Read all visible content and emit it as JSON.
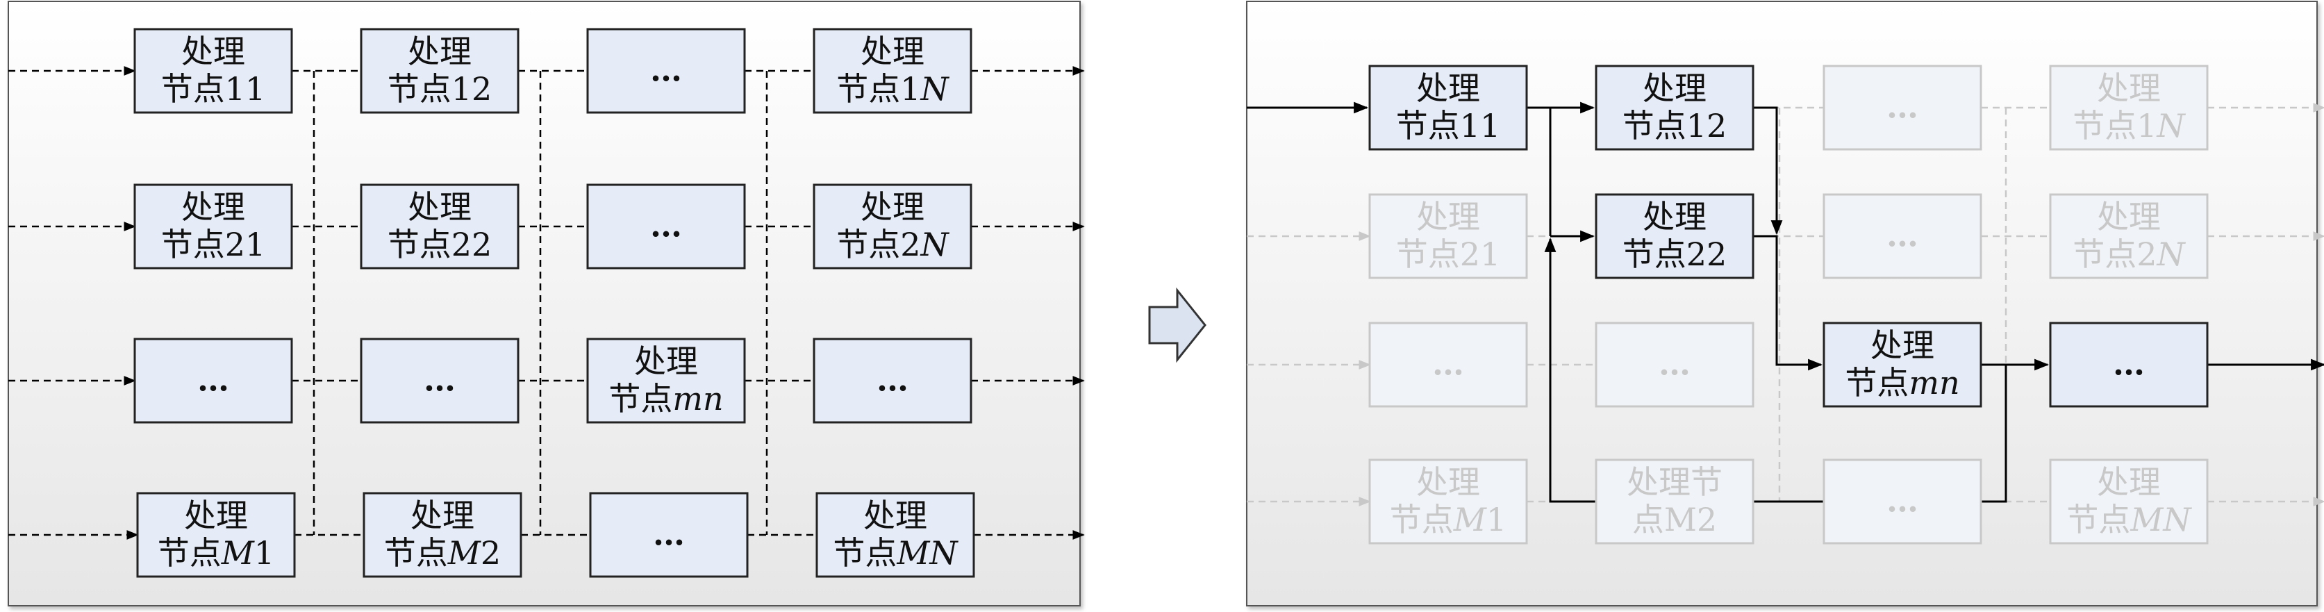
{
  "left_panel": {
    "nodes": [
      [
        {
          "l1": "处理",
          "l2": "节点11"
        },
        {
          "l1": "处理",
          "l2": "节点12"
        },
        {
          "l1": "",
          "l2": "…"
        },
        {
          "l1": "处理",
          "l2": "节点1N"
        }
      ],
      [
        {
          "l1": "处理",
          "l2": "节点21"
        },
        {
          "l1": "处理",
          "l2": "节点22"
        },
        {
          "l1": "",
          "l2": "…"
        },
        {
          "l1": "处理",
          "l2": "节点2N"
        }
      ],
      [
        {
          "l1": "",
          "l2": "…"
        },
        {
          "l1": "",
          "l2": "…"
        },
        {
          "l1": "处理",
          "l2": "节点mn"
        },
        {
          "l1": "",
          "l2": "…"
        }
      ],
      [
        {
          "l1": "处理",
          "l2": "节点M1"
        },
        {
          "l1": "处理",
          "l2": "节点M2"
        },
        {
          "l1": "",
          "l2": "…"
        },
        {
          "l1": "处理",
          "l2": "节点MN"
        }
      ]
    ]
  },
  "right_panel": {
    "nodes": [
      [
        {
          "l1": "处理",
          "l2": "节点11",
          "active": true
        },
        {
          "l1": "处理",
          "l2": "节点12",
          "active": true
        },
        {
          "l1": "",
          "l2": "…",
          "active": false
        },
        {
          "l1": "处理",
          "l2": "节点1N",
          "active": false
        }
      ],
      [
        {
          "l1": "处理",
          "l2": "节点21",
          "active": false
        },
        {
          "l1": "处理",
          "l2": "节点22",
          "active": true
        },
        {
          "l1": "",
          "l2": "…",
          "active": false
        },
        {
          "l1": "处理",
          "l2": "节点2N",
          "active": false
        }
      ],
      [
        {
          "l1": "",
          "l2": "…",
          "active": false
        },
        {
          "l1": "",
          "l2": "…",
          "active": false
        },
        {
          "l1": "处理",
          "l2": "节点mn",
          "active": true
        },
        {
          "l1": "",
          "l2": "…",
          "active": true
        }
      ],
      [
        {
          "l1": "处理",
          "l2": "节点M1",
          "active": false
        },
        {
          "l1": "处理节",
          "l2": "点M2",
          "active": false
        },
        {
          "l1": "",
          "l2": "…",
          "active": false
        },
        {
          "l1": "处理",
          "l2": "节点MN",
          "active": false
        }
      ]
    ]
  },
  "colors": {
    "node_fill": "#e6ecf7",
    "node_stroke": "#222222",
    "faded": "#c8c8c8",
    "panel_top": "#ffffff",
    "panel_bottom": "#e8e8e8",
    "arrow_fill": "#dbe3f1"
  }
}
